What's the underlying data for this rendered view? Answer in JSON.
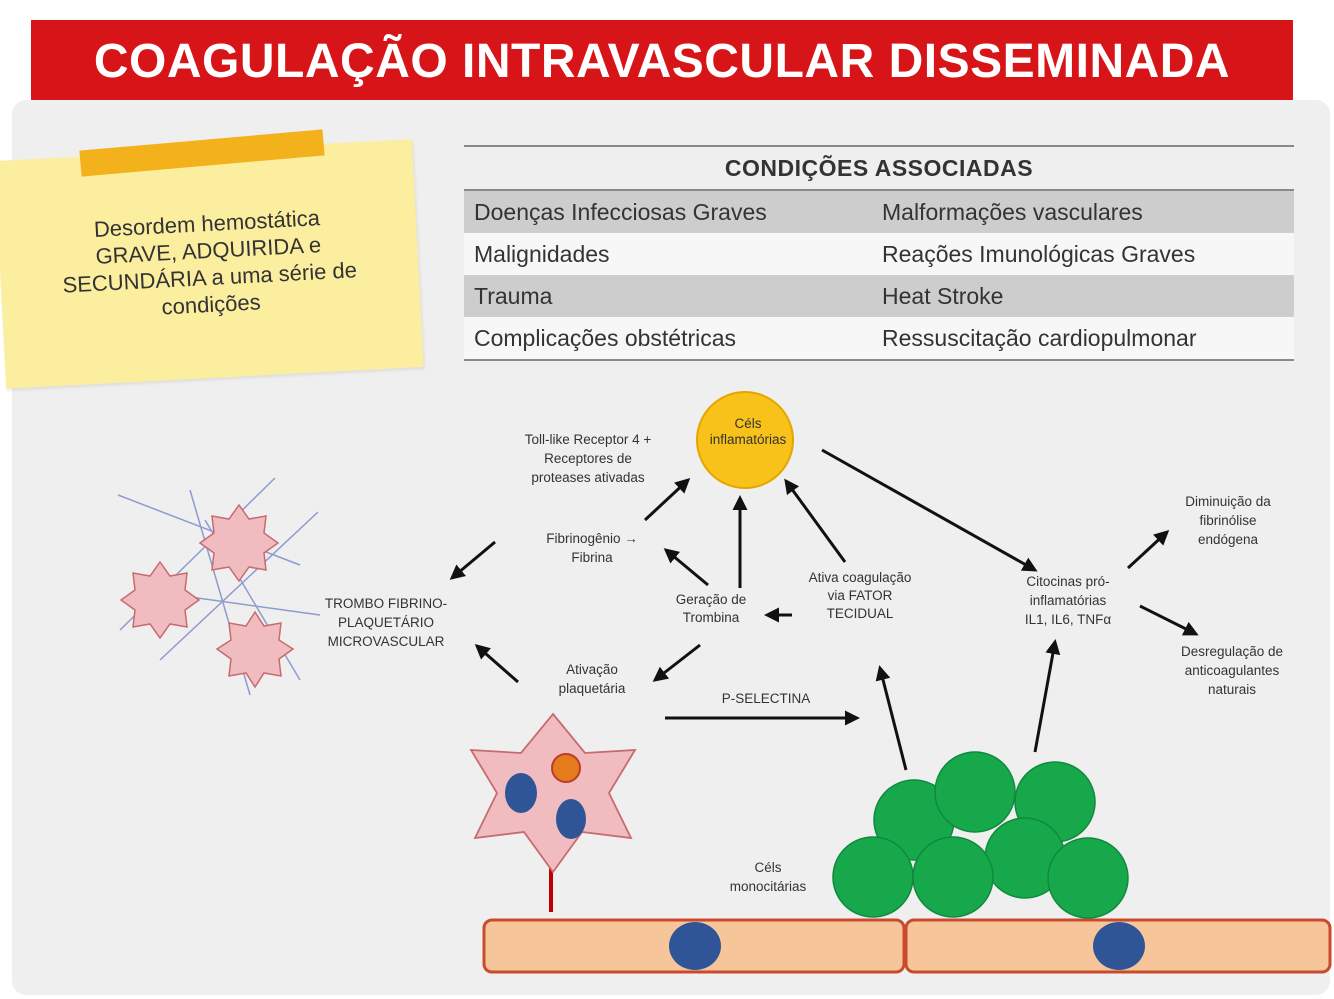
{
  "title": "COAGULAÇÃO INTRAVASCULAR DISSEMINADA",
  "note": {
    "text": "Desordem hemostática\nGRAVE, ADQUIRIDA e\nSECUNDÁRIA a uma série de\ncondições"
  },
  "conditions": {
    "header": "CONDIÇÕES ASSOCIADAS",
    "rows": [
      [
        "Doenças Infecciosas Graves",
        "Malformações vasculares"
      ],
      [
        "Malignidades",
        "Reações Imunológicas Graves"
      ],
      [
        "Trauma",
        "Heat Stroke"
      ],
      [
        "Complicações obstétricas",
        "Ressuscitação cardiopulmonar"
      ]
    ]
  },
  "diagram": {
    "inflammatory_cells": [
      "Céls",
      "inflamatórias"
    ],
    "receptors": [
      "Toll-like Receptor 4 +",
      "Receptores de",
      "proteases ativadas"
    ],
    "fibrinogen": [
      "Fibrinogênio →",
      "Fibrina"
    ],
    "thrombin": [
      "Geração de",
      "Trombina"
    ],
    "tissue_factor": [
      "Ativa coagulação",
      "via FATOR",
      "TECIDUAL"
    ],
    "thrombus": [
      "TROMBO FIBRINO-",
      "PLAQUETÁRIO",
      "MICROVASCULAR"
    ],
    "platelet_activation": [
      "Ativação",
      "plaquetária"
    ],
    "p_selectin": "P-SELECTINA",
    "cytokines": [
      "Citocinas pró-",
      "inflamatórias",
      "IL1, IL6, TNFα"
    ],
    "fibrinolysis": [
      "Diminuição da",
      "fibrinólise",
      "endógena"
    ],
    "anticoagulants": [
      "Desregulação de",
      "anticoagulantes",
      "naturais"
    ],
    "monocytes": [
      "Céls",
      "monocitárias"
    ]
  },
  "colors": {
    "title_red": "#d71417",
    "note_yellow": "#fbee9f",
    "tape_orange": "#f3b21b",
    "inflammatory_yellow": "#f8c21a",
    "platelet_pink": "#f1bcbf",
    "monocyte_green": "#17a84c",
    "nucleus_blue": "#2f5597",
    "vessel_peach": "#f7c59a"
  }
}
